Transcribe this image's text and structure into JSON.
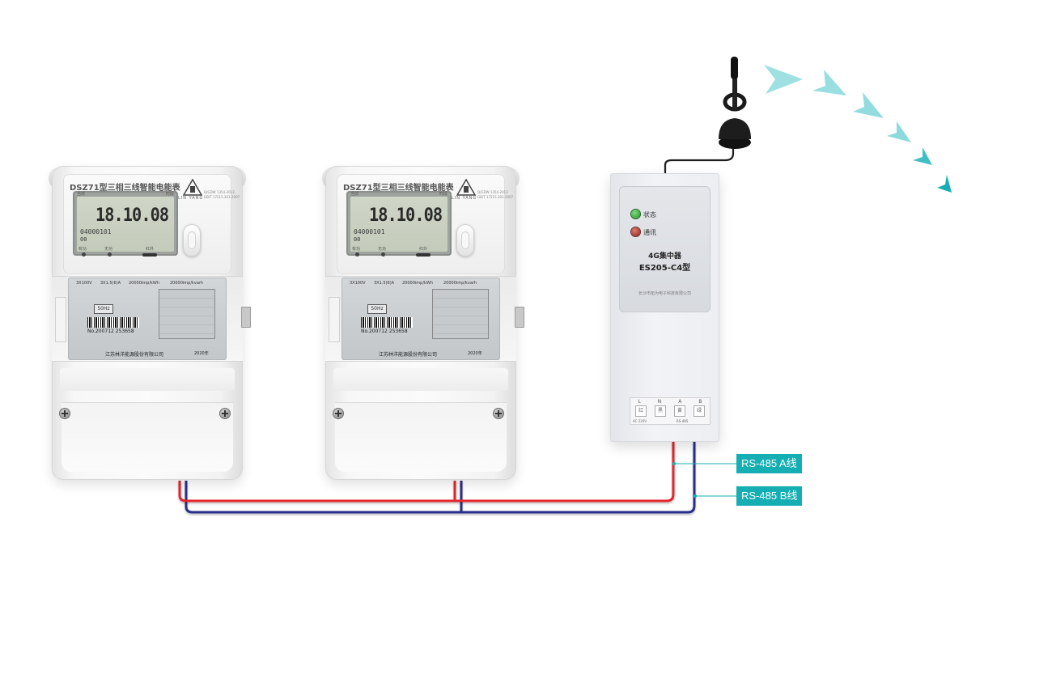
{
  "meters": [
    {
      "title": "DSZ71型三相三线智能电能表",
      "brand": "LIN YANG",
      "standards": [
        "GB/T 17215.301-2007",
        "Q/GDW 1354-2013"
      ],
      "lcd_top_left": "当前",
      "lcd_top_right": "时段",
      "reading": "18.10.08",
      "code_line1": "04000101",
      "code_line2": "00",
      "led_active": "有功",
      "led_reactive": "无功",
      "led_infrared": "红外",
      "spec_voltage": "3X100V",
      "spec_current": "3X1.5(6)A",
      "spec_active_const": "20000imp/kWh",
      "spec_reactive_const": "20000imp/kvarh",
      "frequency": "50Hz",
      "serial": "No.200712 253658",
      "manufacturer": "江苏林洋能源股份有限公司",
      "year": "2020年"
    },
    {
      "title": "DSZ71型三相三线智能电能表",
      "brand": "LIN YANG",
      "standards": [
        "GB/T 17215.301-2007",
        "Q/GDW 1354-2013"
      ],
      "lcd_top_left": "当前",
      "lcd_top_right": "时段",
      "reading": "18.10.08",
      "code_line1": "04000101",
      "code_line2": "00",
      "led_active": "有功",
      "led_reactive": "无功",
      "led_infrared": "红外",
      "spec_voltage": "3X100V",
      "spec_current": "3X1.5(6)A",
      "spec_active_const": "20000imp/kWh",
      "spec_reactive_const": "20000imp/kvarh",
      "frequency": "50Hz",
      "serial": "No.200712 253658",
      "manufacturer": "江苏林洋能源股份有限公司",
      "year": "2020年"
    }
  ],
  "concentrator": {
    "status_label": "状态",
    "comm_label": "通讯",
    "name": "4G集中器",
    "model": "ES205-C4型",
    "company": "长沙市拓为电子科技有限公司",
    "terminals": [
      {
        "top": "L",
        "face": "红"
      },
      {
        "top": "N",
        "face": "黑"
      },
      {
        "top": "A",
        "face": "黄"
      },
      {
        "top": "B",
        "face": "绿"
      }
    ],
    "ac_label": "AC 220V",
    "rs_label": "RS-485"
  },
  "labels": {
    "rs485_a": "RS-485 A线",
    "rs485_b": "RS-485 B线"
  },
  "colors": {
    "wire_a": "#e4262b",
    "wire_b": "#2b2f8c",
    "accent": "#15aeb3",
    "signal": "#7fd6d9"
  }
}
